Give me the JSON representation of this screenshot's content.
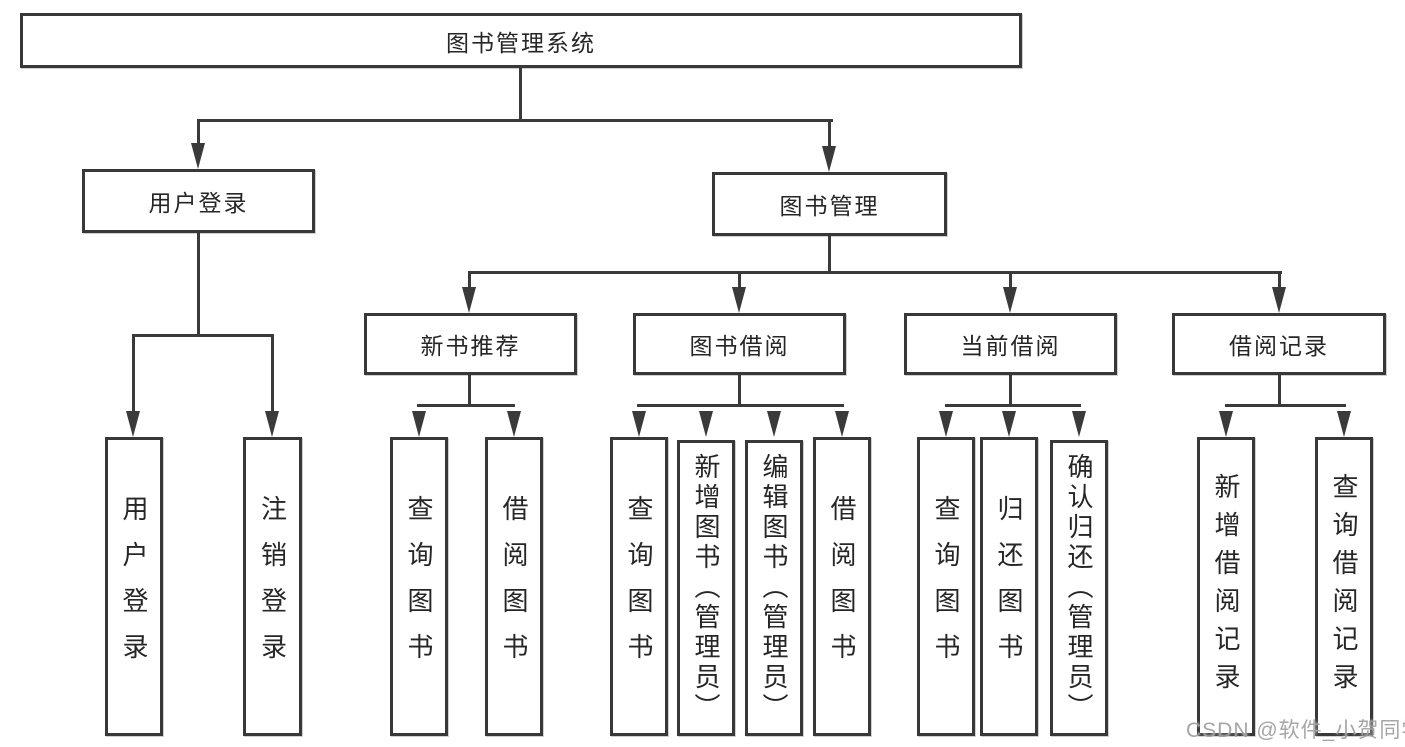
{
  "page": {
    "background": "#ffffff"
  },
  "colors": {
    "line": "#3a3a3a",
    "box_border": "#383838",
    "text": "#262626",
    "watermark": "#9e9e9e"
  },
  "watermark": {
    "text": "CSDN @软件_小贺同学"
  },
  "tree": {
    "root": "图书管理系统",
    "children": [
      {
        "label": "用户登录",
        "children": [
          "用户登录",
          "注销登录"
        ]
      },
      {
        "label": "图书管理",
        "children": [
          {
            "label": "新书推荐",
            "children": [
              "查询图书",
              "借阅图书"
            ]
          },
          {
            "label": "图书借阅",
            "children": [
              "查询图书",
              "新增图书（管理员）",
              "编辑图书（管理员）",
              "借阅图书"
            ]
          },
          {
            "label": "当前借阅",
            "children": [
              "查询图书",
              "归还图书",
              "确认归还（管理员）"
            ]
          },
          {
            "label": "借阅记录",
            "children": [
              "新增借阅记录",
              "查询借阅记录"
            ]
          }
        ]
      }
    ]
  }
}
